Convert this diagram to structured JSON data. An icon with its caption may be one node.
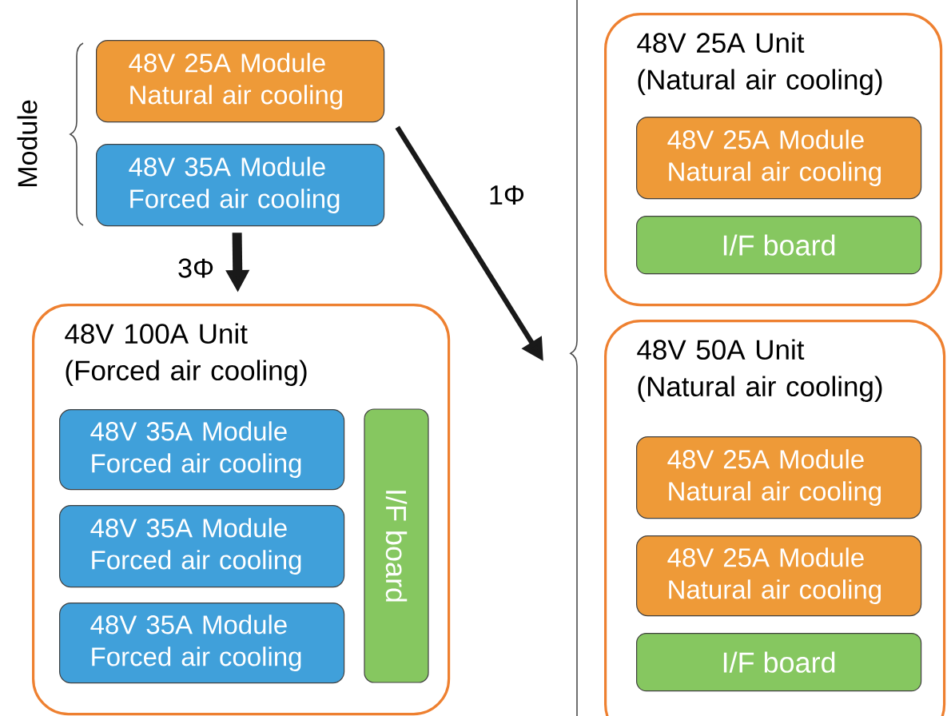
{
  "diagram": {
    "nodes": [
      {
        "text": [
          "48V 25A Module Natural air cooling"
        ]
      },
      {
        "text": [
          "48V 35A Module Forced air cooling"
        ]
      },
      {
        "text": [
          "48V 100A Unit (Forced air cooling)"
        ]
      },
      {
        "text": [
          "48V 35A Module Forced air cooling"
        ],
        "in": 2
      },
      {
        "text": [
          "48V 35A Module Forced air cooling"
        ],
        "in": 2
      },
      {
        "text": [
          "48V 35A Module Forced air cooling"
        ],
        "in": 2
      },
      {
        "text": [
          "I/F board"
        ],
        "in": 2
      },
      {
        "text": [
          "48V 25A Unit (Natural air cooling)"
        ]
      },
      {
        "text": [
          "48V 25A Module Natural air cooling"
        ],
        "in": 7
      },
      {
        "text": [
          "I/F board"
        ],
        "in": 7
      },
      {
        "text": [
          "48V 50A Unit (Natural air cooling)"
        ]
      },
      {
        "text": [
          "48V 25A Module Natural air cooling"
        ],
        "in": 10
      },
      {
        "text": [
          "48V 25A Module Natural air cooling"
        ],
        "in": 10
      },
      {
        "text": [
          "I/F board"
        ],
        "in": 10
      }
    ],
    "edges": [
      {
        "from": 1,
        "to": 2,
        "arrow": "to",
        "label": "3Φ",
        "style": "thick"
      },
      {
        "from": 0,
        "to": null,
        "arrow": "to",
        "label": "1Φ"
      }
    ],
    "labels": [
      "Module"
    ]
  }
}
